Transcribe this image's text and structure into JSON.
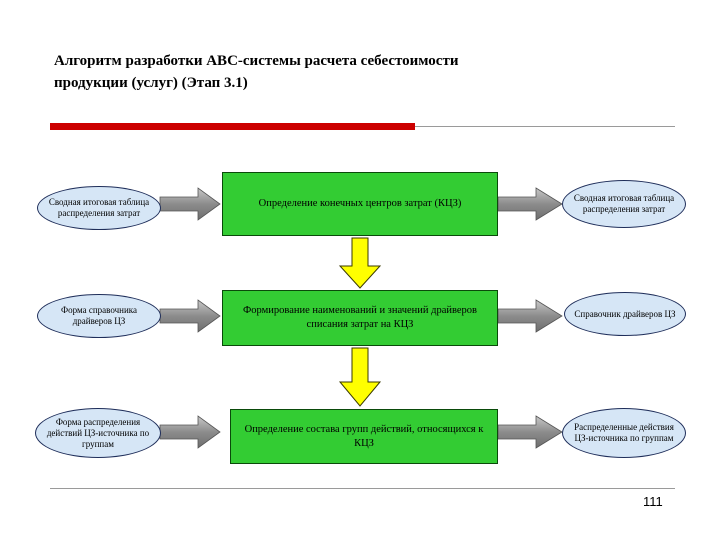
{
  "slide": {
    "title_line1": "Алгоритм разработки ABC-системы  расчета себестоимости",
    "title_line2": "продукции (услуг) (Этап 3.1)",
    "page_number": "111"
  },
  "left_inputs": [
    "Сводная итоговая таблица распределения затрат",
    "Форма справочника драйверов ЦЗ",
    "Форма распределения действий ЦЗ-источника по группам"
  ],
  "process_steps": [
    "Определение  конечных центров затрат (КЦЗ)",
    "Формирование наименований и значений драйверов списания затрат на КЦЗ",
    "Определение состава групп  действий, относящихся к  КЦЗ"
  ],
  "right_outputs": [
    "Сводная итоговая таблица распределения затрат",
    "Справочник драйверов ЦЗ",
    "Распределенные действия ЦЗ-источника по группам"
  ],
  "colors": {
    "accent_red": "#cc0000",
    "process_green": "#33cc33",
    "flow_yellow": "#ffff00",
    "ellipse_fill": "#d6e6f6",
    "arrow_gray": "#8c8c8c"
  }
}
